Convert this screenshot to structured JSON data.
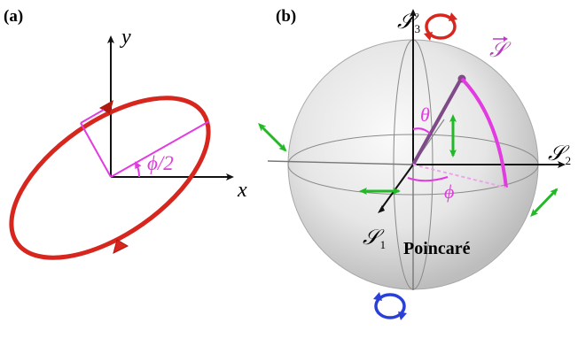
{
  "panels": {
    "a": {
      "label": "(a)",
      "axis_x": "x",
      "axis_y": "y",
      "angle_label": "ϕ/2"
    },
    "b": {
      "label": "(b)",
      "axis_s1": "𝒮",
      "axis_s1_sub": "1",
      "axis_s2": "𝒮",
      "axis_s2_sub": "2",
      "axis_s3": "𝒮",
      "axis_s3_sub": "3",
      "vector_label": "𝒮",
      "theta_label": "θ",
      "phi_label": "ϕ",
      "sphere_label": "Poincaré"
    }
  },
  "colors": {
    "ellipse": "#d7261e",
    "magenta": "#e23be0",
    "green": "#22b826",
    "blue": "#2a3fd6",
    "vector": "#7e4a88",
    "axis": "#111111"
  },
  "icons": {
    "top_rotation": "clockwise-circular-arrow-icon",
    "bottom_rotation": "counterclockwise-circular-arrow-icon"
  }
}
